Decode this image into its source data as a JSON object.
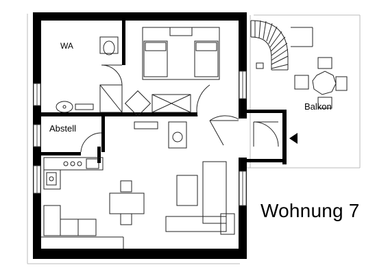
{
  "plan": {
    "title": "Wohnung 7",
    "rooms": {
      "wa": "WA",
      "abstell": "Abstell",
      "balkon": "Balkon"
    }
  },
  "colors": {
    "wall": "#000000",
    "line": "#222222",
    "background": "#ffffff"
  }
}
